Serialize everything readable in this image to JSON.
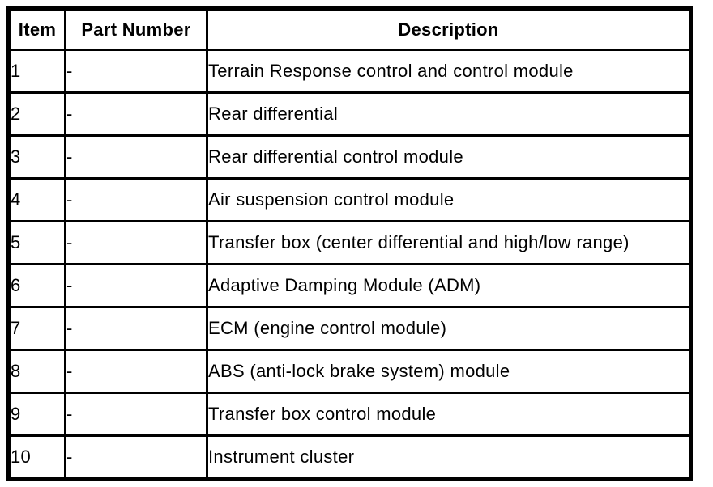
{
  "table": {
    "headers": {
      "item": "Item",
      "part_number": "Part Number",
      "description": "Description"
    },
    "rows": [
      {
        "item": "1",
        "part_number": "-",
        "description": "Terrain Response control and control module"
      },
      {
        "item": "2",
        "part_number": "-",
        "description": "Rear differential"
      },
      {
        "item": "3",
        "part_number": "-",
        "description": "Rear differential control module"
      },
      {
        "item": "4",
        "part_number": "-",
        "description": "Air suspension control module"
      },
      {
        "item": "5",
        "part_number": "-",
        "description": "Transfer box (center differential and high/low range)"
      },
      {
        "item": "6",
        "part_number": "-",
        "description": "Adaptive Damping Module (ADM)"
      },
      {
        "item": "7",
        "part_number": "-",
        "description": "ECM (engine control module)"
      },
      {
        "item": "8",
        "part_number": "-",
        "description": "ABS (anti-lock brake system) module"
      },
      {
        "item": "9",
        "part_number": "-",
        "description": "Transfer box control module"
      },
      {
        "item": "10",
        "part_number": "-",
        "description": "Instrument cluster"
      }
    ]
  },
  "colors": {
    "border": "#000000",
    "background": "#ffffff",
    "text": "#000000"
  }
}
